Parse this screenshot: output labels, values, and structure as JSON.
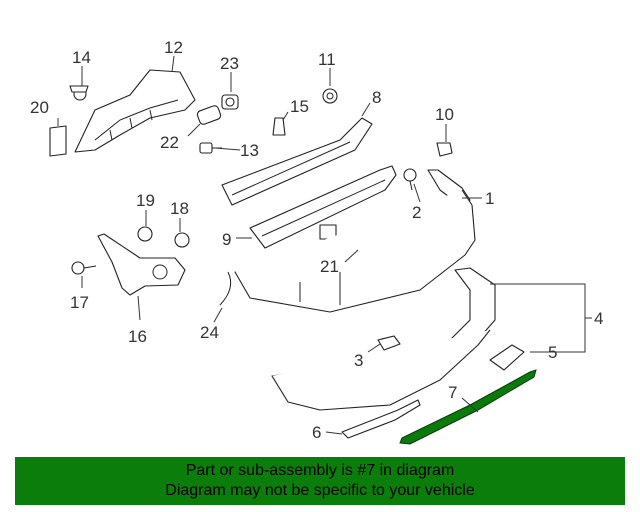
{
  "callouts": {
    "n1": "1",
    "n2": "2",
    "n3": "3",
    "n4": "4",
    "n5": "5",
    "n6": "6",
    "n7": "7",
    "n8": "8",
    "n9": "9",
    "n10": "10",
    "n11": "11",
    "n12": "12",
    "n13": "13",
    "n14": "14",
    "n15": "15",
    "n16": "16",
    "n17": "17",
    "n18": "18",
    "n19": "19",
    "n20": "20",
    "n21": "21",
    "n22": "22",
    "n23": "23",
    "n24": "24"
  },
  "banner": {
    "line1": "Part or sub-assembly is #7 in diagram",
    "line2": "Diagram may not be specific to your vehicle"
  },
  "colors": {
    "highlight": "#0a7a0a",
    "banner_bg": "#0b7d0b"
  }
}
